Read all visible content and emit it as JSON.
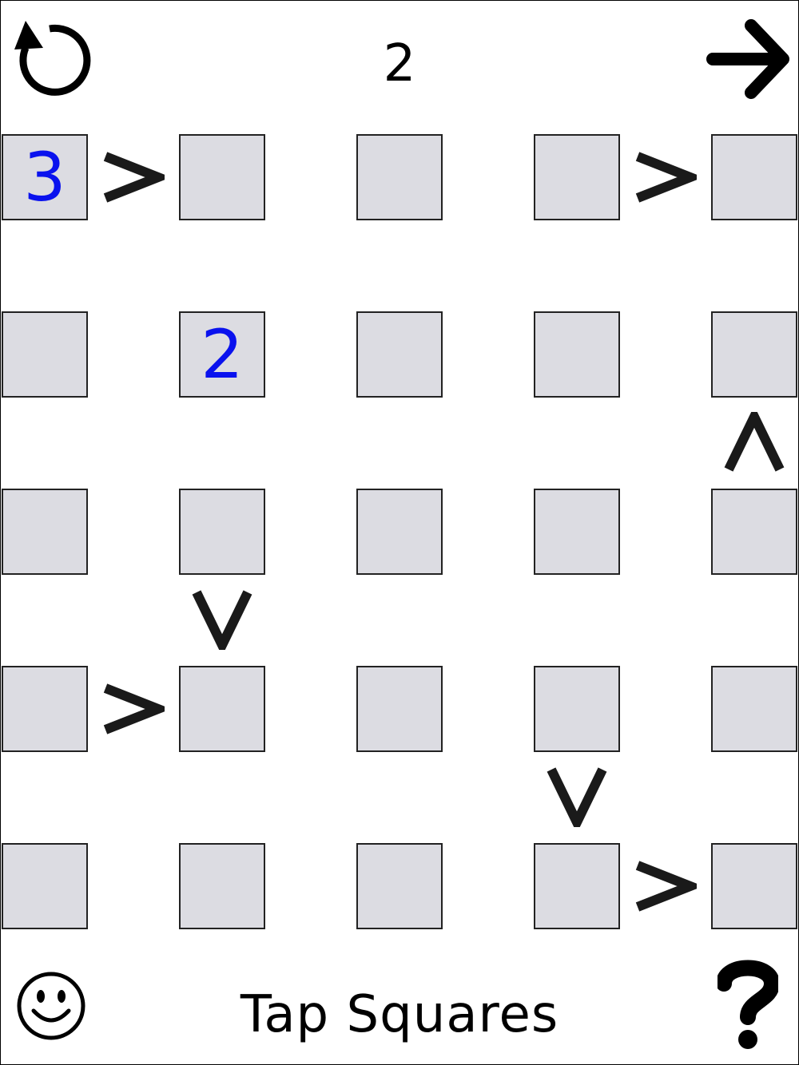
{
  "header": {
    "level": "2",
    "restart_icon": "restart-icon",
    "next_icon": "arrow-right-icon"
  },
  "board": {
    "rows": 5,
    "cols": 5,
    "cells": [
      [
        "3",
        "",
        "",
        "",
        ""
      ],
      [
        "",
        "2",
        "",
        "",
        ""
      ],
      [
        "",
        "",
        "",
        "",
        ""
      ],
      [
        "",
        "",
        "",
        "",
        ""
      ],
      [
        "",
        "",
        "",
        "",
        ""
      ]
    ],
    "horizontal_signs": [
      {
        "row": 0,
        "between_cols": [
          0,
          1
        ],
        "symbol": ">"
      },
      {
        "row": 0,
        "between_cols": [
          3,
          4
        ],
        "symbol": ">"
      },
      {
        "row": 3,
        "between_cols": [
          0,
          1
        ],
        "symbol": ">"
      },
      {
        "row": 4,
        "between_cols": [
          3,
          4
        ],
        "symbol": ">"
      }
    ],
    "vertical_signs": [
      {
        "col": 4,
        "between_rows": [
          1,
          2
        ],
        "symbol": "Λ"
      },
      {
        "col": 1,
        "between_rows": [
          2,
          3
        ],
        "symbol": "V"
      },
      {
        "col": 3,
        "between_rows": [
          3,
          4
        ],
        "symbol": "V"
      }
    ]
  },
  "footer": {
    "instruction": "Tap  Squares",
    "hint_icon": "smiley-icon",
    "help_icon": "question-mark-icon"
  },
  "colors": {
    "cell_fill": "#dcdce2",
    "given_number": "#0a12ee",
    "ink": "#000000"
  }
}
